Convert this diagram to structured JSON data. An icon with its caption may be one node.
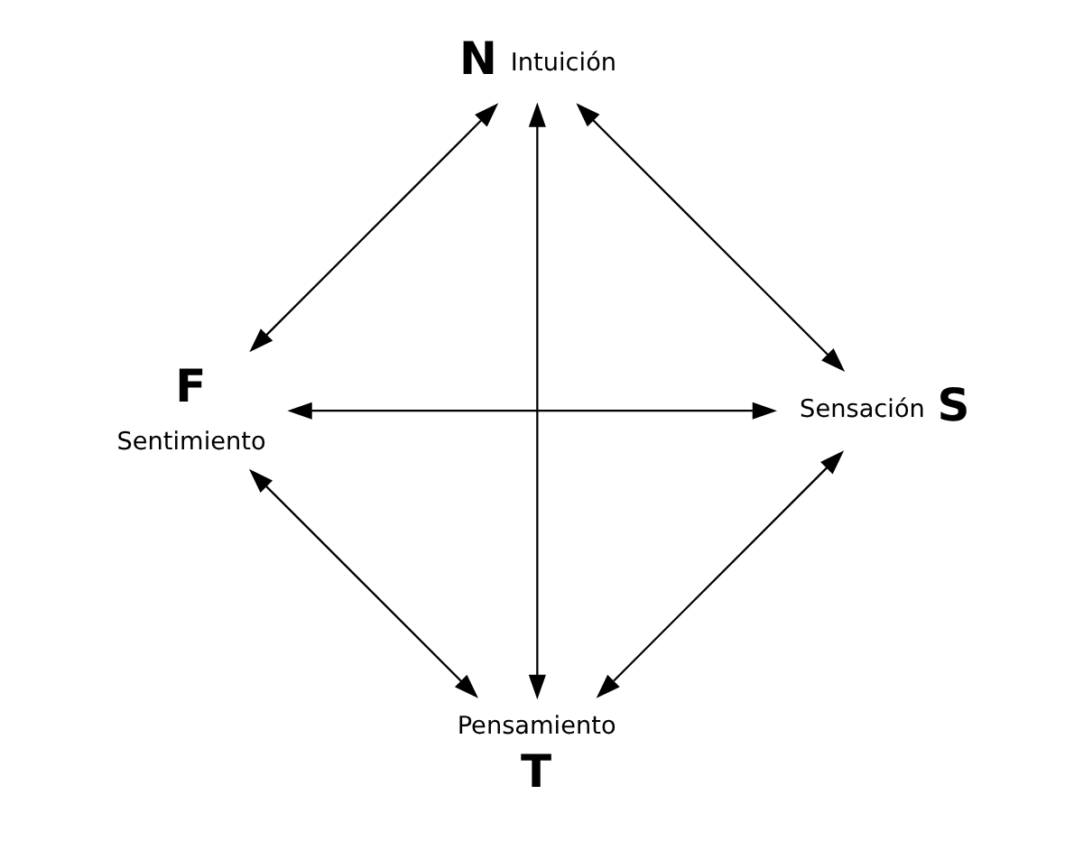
{
  "diagram": {
    "nodes": [
      {
        "text": [
          "T"
        ],
        "beside": [
          "Pensamiento"
        ]
      },
      {
        "text": [
          "S"
        ],
        "beside": [
          "Sensación"
        ]
      },
      {
        "text": [
          "N"
        ],
        "beside": [
          "Intuición"
        ]
      },
      {
        "text": [
          "F"
        ],
        "beside": [
          "Sentimiento"
        ]
      }
    ],
    "edges": [
      {
        "from": 0,
        "to": 2,
        "arrow": "both"
      },
      {
        "from": 2,
        "to": 3,
        "arrow": "both"
      },
      {
        "from": 1,
        "to": 3,
        "arrow": "both"
      },
      {
        "from": 0,
        "to": 1,
        "arrow": "both"
      },
      {
        "from": 0,
        "to": 3,
        "arrow": "both"
      },
      {
        "from": 1,
        "to": 2,
        "arrow": "both"
      }
    ]
  }
}
